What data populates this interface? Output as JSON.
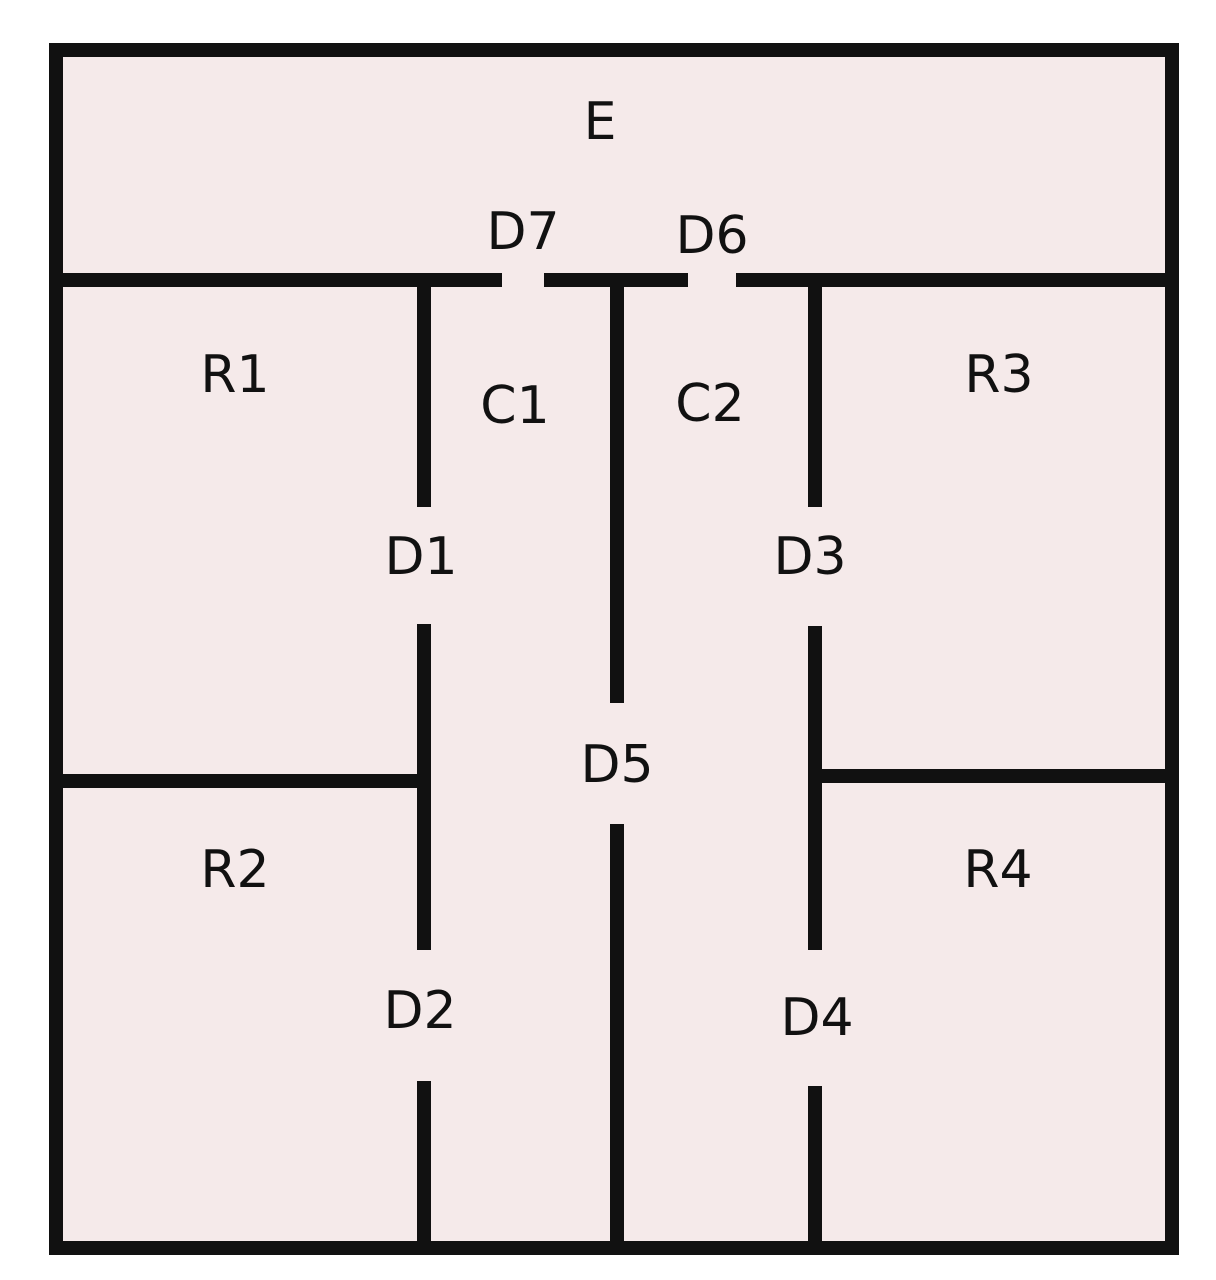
{
  "colors": {
    "floor": "#f5eaea",
    "wall": "#111111",
    "text": "#111111"
  },
  "labels": {
    "entrance": "E",
    "room_1": "R1",
    "room_2": "R2",
    "room_3": "R3",
    "room_4": "R4",
    "corridor_1": "C1",
    "corridor_2": "C2",
    "door_1": "D1",
    "door_2": "D2",
    "door_3": "D3",
    "door_4": "D4",
    "door_5": "D5",
    "door_6": "D6",
    "door_7": "D7"
  }
}
